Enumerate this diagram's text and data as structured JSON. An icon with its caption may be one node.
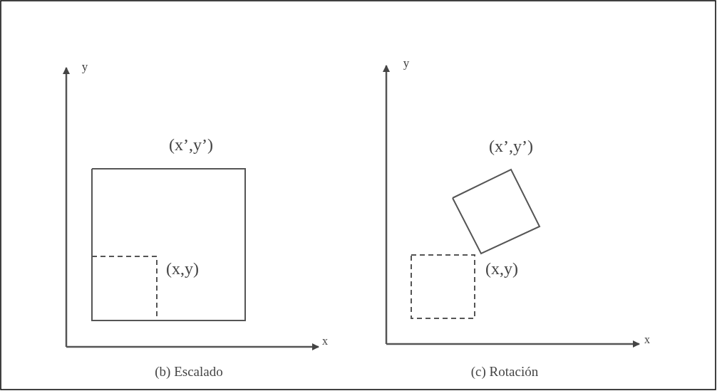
{
  "diagram": {
    "labels": [
      "y",
      "(x’,y’)",
      "(x,y)",
      "x",
      "(b) Escalado",
      "y",
      "(x’,y’)",
      "(x,y)",
      "x",
      "(c) Rotación"
    ]
  }
}
